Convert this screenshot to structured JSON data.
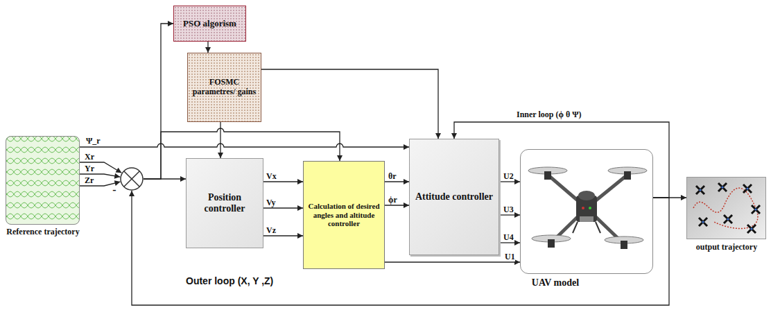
{
  "diagram": {
    "nodes": [
      {
        "text": [
          "PSO algorism"
        ]
      },
      {
        "text": [
          "FOSMC parametres/ gains"
        ]
      },
      {
        "text": [
          "Reference trajectory"
        ]
      },
      {
        "text": [
          "-"
        ]
      },
      {
        "text": [
          "Position controller"
        ]
      },
      {
        "text": [
          "Calculation of desired angles and altitude controller"
        ]
      },
      {
        "text": [
          "Attitude controller"
        ]
      },
      {
        "text": [
          "UAV model"
        ]
      },
      {
        "text": [
          "output trajectory"
        ]
      }
    ],
    "edges": [
      {
        "from": 2,
        "to": 3,
        "label": "Xr",
        "arrow": "to"
      },
      {
        "from": 2,
        "to": 3,
        "label": "Yr",
        "arrow": "to"
      },
      {
        "from": 2,
        "to": 3,
        "label": "Zr",
        "arrow": "to"
      },
      {
        "from": 2,
        "to": 6,
        "label": "Ψ_r",
        "arrow": "to"
      },
      {
        "from": 3,
        "to": 4,
        "arrow": "to"
      },
      {
        "from": 3,
        "to": 0,
        "arrow": "to"
      },
      {
        "from": 3,
        "to": 5,
        "arrow": "to"
      },
      {
        "from": 0,
        "to": 1,
        "arrow": "to"
      },
      {
        "from": 1,
        "to": 4,
        "arrow": "to"
      },
      {
        "from": 1,
        "to": 6,
        "arrow": "to"
      },
      {
        "from": 4,
        "to": 5,
        "label": "Vx",
        "arrow": "to"
      },
      {
        "from": 4,
        "to": 5,
        "label": "Vy",
        "arrow": "to"
      },
      {
        "from": 4,
        "to": 5,
        "label": "Vz",
        "arrow": "to"
      },
      {
        "from": 5,
        "to": 6,
        "label": "θr",
        "arrow": "to"
      },
      {
        "from": 5,
        "to": 6,
        "label": "ϕr",
        "arrow": "to"
      },
      {
        "from": 5,
        "to": 7,
        "label": "U1",
        "arrow": "to"
      },
      {
        "from": 6,
        "to": 7,
        "label": "U2",
        "arrow": "to"
      },
      {
        "from": 6,
        "to": 7,
        "label": "U3",
        "arrow": "to"
      },
      {
        "from": 6,
        "to": 7,
        "label": "U4",
        "arrow": "to"
      },
      {
        "from": 7,
        "to": 8,
        "arrow": "to"
      },
      {
        "from": 7,
        "to": 6,
        "label": "Inner loop (ϕ θ Ψ)",
        "arrow": "to"
      },
      {
        "from": 7,
        "to": 3,
        "arrow": "to"
      }
    ],
    "labels": [
      "Outer loop (X, Y ,Z)"
    ]
  }
}
